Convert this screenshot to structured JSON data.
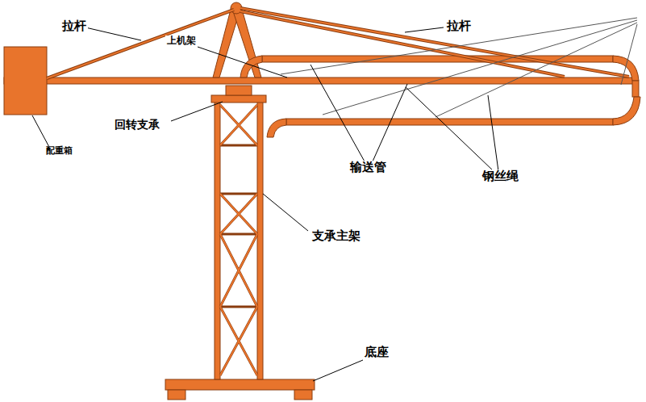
{
  "diagram": {
    "labels": [
      "拉杆",
      "拉杆",
      "上机架",
      "回转支承",
      "配重箱",
      "输送管",
      "钢丝绳",
      "支承主架",
      "底座"
    ]
  }
}
